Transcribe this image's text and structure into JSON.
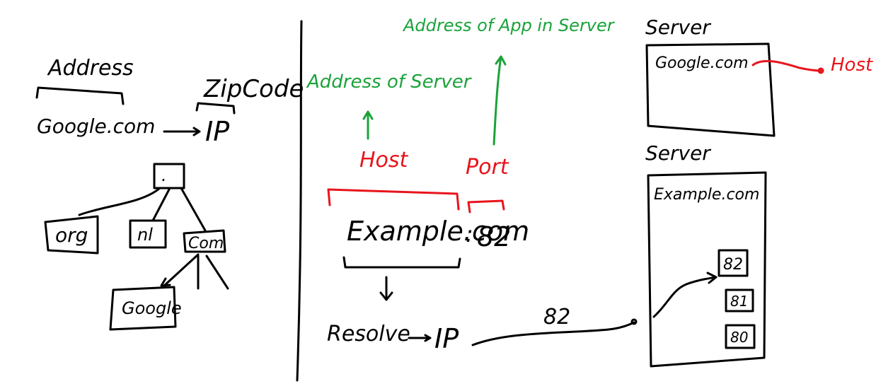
{
  "colors": {
    "ink": "#000000",
    "host_port": "#e8141c",
    "annotation": "#1aa33a"
  },
  "left": {
    "address_label": "Address",
    "zipcode_label": "ZipCode",
    "domain": "Google.com",
    "ip": "IP",
    "tree": {
      "root": ".",
      "children": [
        "org",
        "nl",
        "Com"
      ],
      "grandchild": "Google"
    }
  },
  "middle": {
    "annotation_app": "Address of App in Server",
    "annotation_server": "Address of Server",
    "host_label": "Host",
    "port_label": "Port",
    "url_host": "Example.com",
    "url_sep": ":",
    "url_port": "82",
    "resolve_label": "Resolve",
    "resolve_ip": "IP",
    "port_arrow_label": "82"
  },
  "right": {
    "server1": {
      "label": "Server",
      "domain": "Google.com",
      "host_label": "Host"
    },
    "server2": {
      "label": "Server",
      "domain": "Example.com",
      "ports": [
        "82",
        "81",
        "80"
      ]
    }
  }
}
